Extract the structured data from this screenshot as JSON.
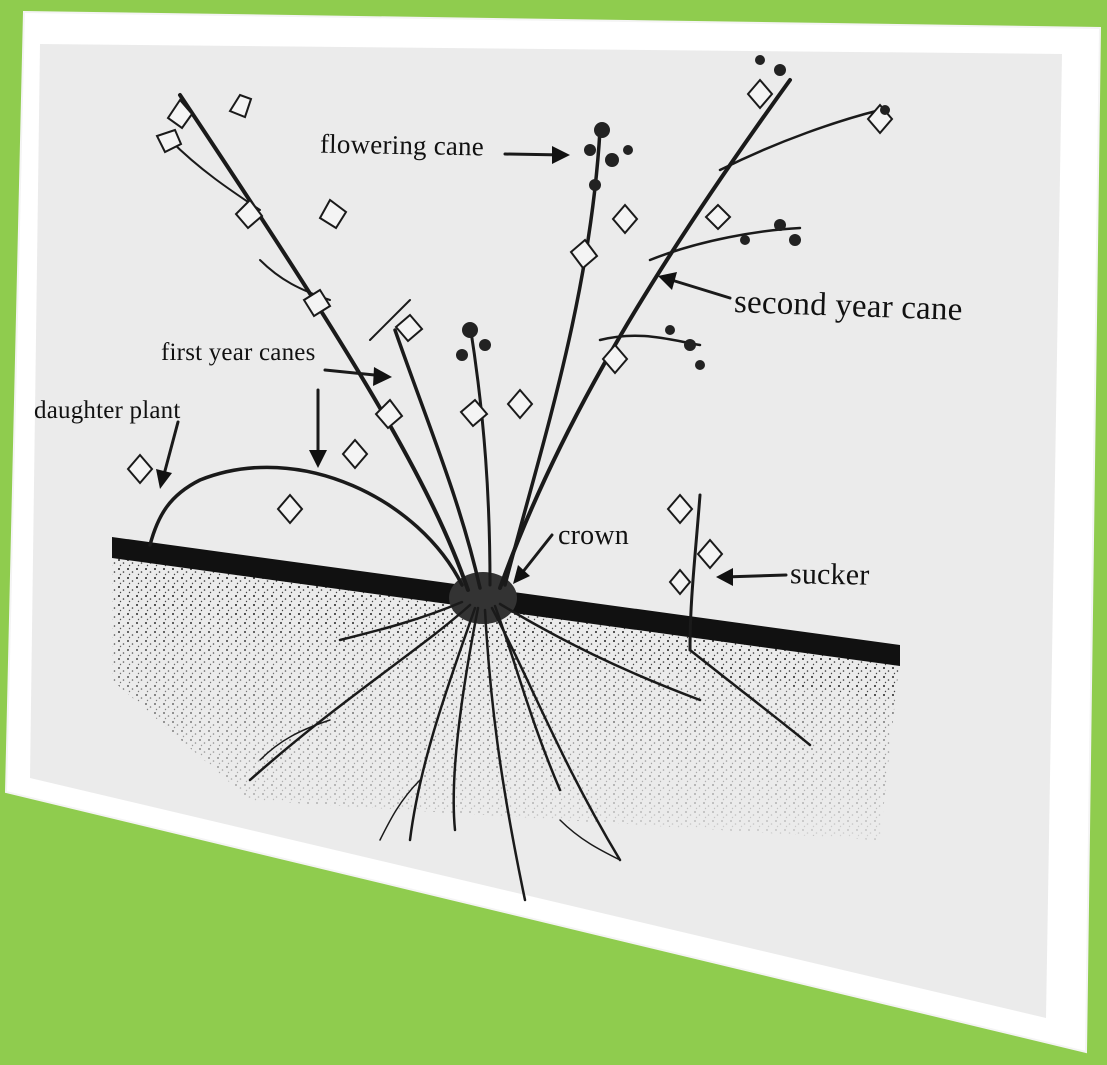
{
  "diagram": {
    "labels": {
      "flowering_cane": "flowering cane",
      "second_year_cane": "second year cane",
      "first_year_canes": "first year canes",
      "daughter_plant": "daughter plant",
      "crown": "crown",
      "sucker": "sucker"
    },
    "colors": {
      "background": "#8fcc4e",
      "frame_border": "#ffffff",
      "paper": "#ebebeb",
      "ink": "#111111"
    }
  }
}
